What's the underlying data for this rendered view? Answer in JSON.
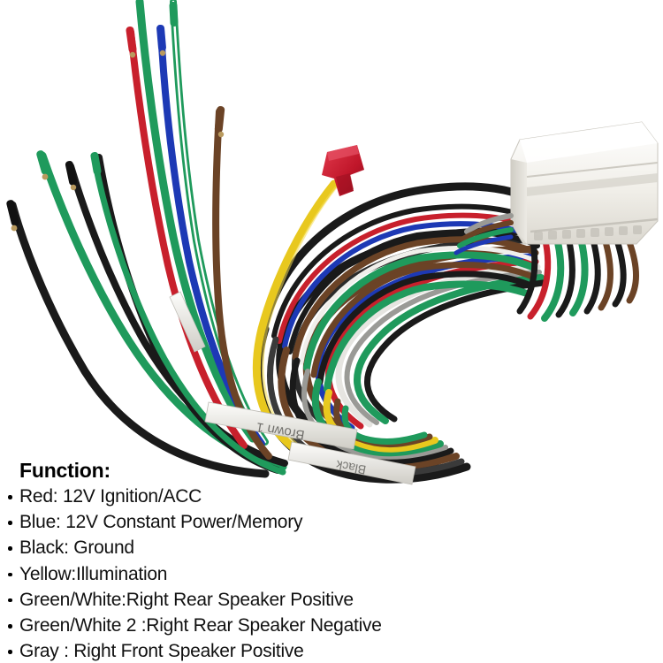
{
  "image": {
    "subject": "car-stereo-wiring-harness-adapter",
    "background_color": "#ffffff"
  },
  "photo": {
    "connector": {
      "name": "white-plastic-connector-block",
      "color": "#f3f2ee",
      "shade": "#d9d7d0"
    },
    "fuse_holder": {
      "name": "red-fuse-holder",
      "color": "#c8142a"
    },
    "labels": [
      {
        "text": "Brown 1",
        "name": "wire-label-brown-1"
      },
      {
        "text": "Black",
        "name": "wire-label-black"
      }
    ],
    "wire_colors": {
      "green": "#1f9a5c",
      "green_white": "#17a05f",
      "red": "#c8202c",
      "blue": "#1d39b5",
      "black": "#1a1a1a",
      "brown": "#6b4326",
      "yellow": "#e8c81e",
      "white": "#f2f2f0",
      "gray": "#9a9a96"
    }
  },
  "function": {
    "heading": "Function:",
    "items": [
      "Red: 12V Ignition/ACC",
      "Blue: 12V Constant Power/Memory",
      "Black: Ground",
      "Yellow:Illumination",
      "Green/White:Right Rear Speaker Positive",
      "Green/White 2 :Right Rear Speaker Negative",
      "Gray : Right Front Speaker Positive"
    ]
  }
}
